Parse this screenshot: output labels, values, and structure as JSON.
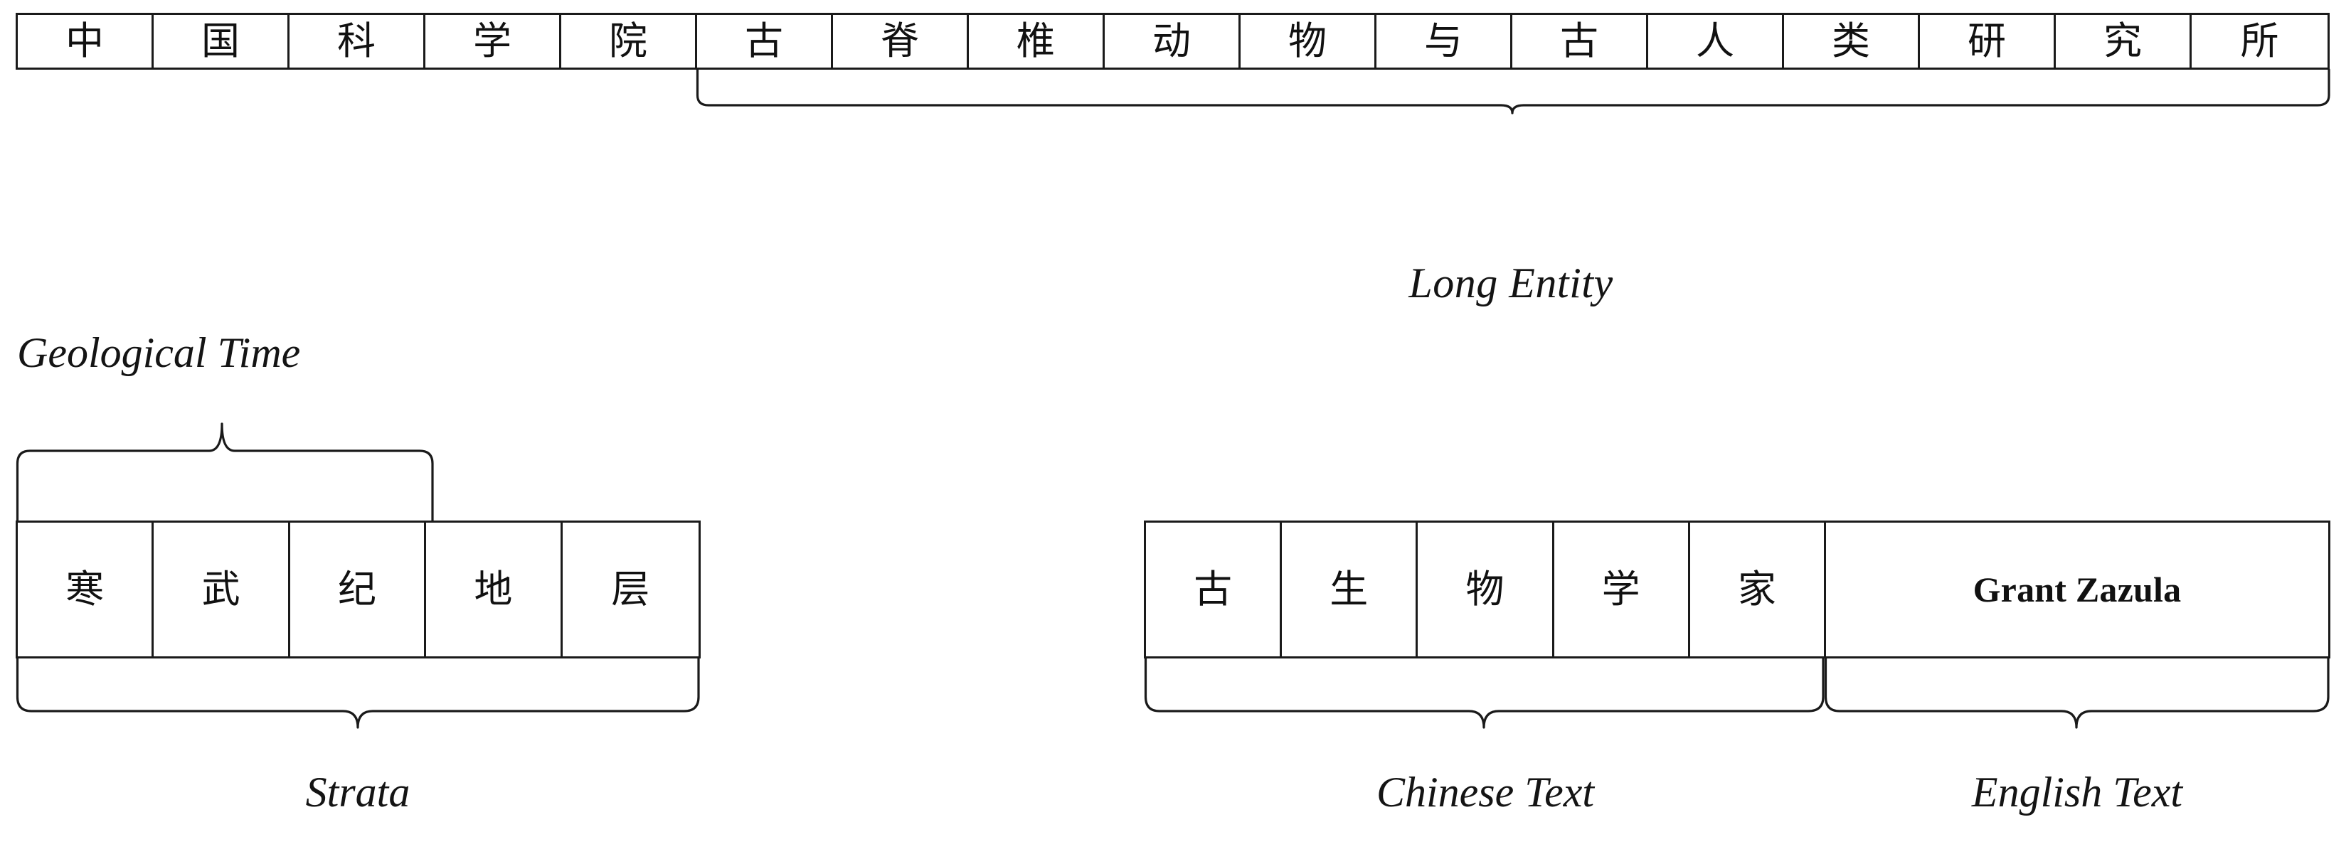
{
  "figure": {
    "background_color": "#ffffff",
    "line_color": "#1a1a1a",
    "text_color": "#141414"
  },
  "top_row": {
    "name": "institute-token-row",
    "tokens": [
      "中",
      "国",
      "科",
      "学",
      "院",
      "古",
      "脊",
      "椎",
      "动",
      "物",
      "与",
      "古",
      "人",
      "类",
      "研",
      "究",
      "所"
    ],
    "full_text": "中国科学院古脊椎动物与古人类研究所",
    "annotation": {
      "label": "Long  Entity",
      "span_start_index": 5,
      "span_end_index": 16,
      "span_tokens": [
        "古",
        "脊",
        "椎",
        "动",
        "物",
        "与",
        "古",
        "人",
        "类",
        "研",
        "究",
        "所"
      ],
      "position": "below"
    }
  },
  "bottom_left": {
    "name": "strata-token-row",
    "tokens": [
      "寒",
      "武",
      "纪",
      "地",
      "层"
    ],
    "full_text": "寒武纪地层",
    "annotations": [
      {
        "label": "Geological Time",
        "span_start_index": 0,
        "span_end_index": 2,
        "span_tokens": [
          "寒",
          "武",
          "纪"
        ],
        "position": "above"
      },
      {
        "label": "Strata",
        "span_start_index": 0,
        "span_end_index": 4,
        "span_tokens": [
          "寒",
          "武",
          "纪",
          "地",
          "层"
        ],
        "position": "below"
      }
    ]
  },
  "bottom_right": {
    "name": "paleontologist-token-row",
    "tokens": [
      "古",
      "生",
      "物",
      "学",
      "家",
      "Grant Zazula"
    ],
    "full_text": "古生物学家 Grant Zazula",
    "annotations": [
      {
        "label": "Chinese Text",
        "span_start_index": 0,
        "span_end_index": 4,
        "span_tokens": [
          "古",
          "生",
          "物",
          "学",
          "家"
        ],
        "position": "below"
      },
      {
        "label": "English Text",
        "span_start_index": 5,
        "span_end_index": 5,
        "span_tokens": [
          "Grant Zazula"
        ],
        "position": "below"
      }
    ]
  }
}
